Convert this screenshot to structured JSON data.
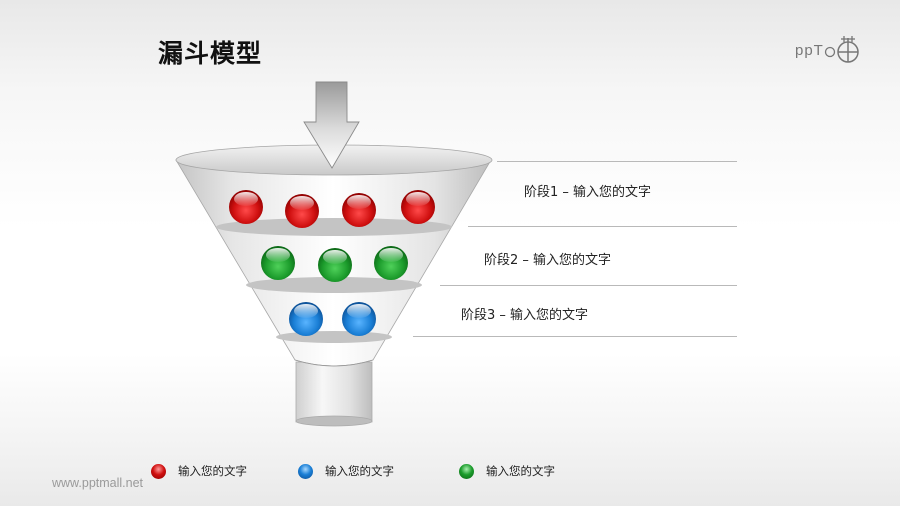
{
  "title": "漏斗模型",
  "logo": {
    "text": "PPT",
    "icon": "ppt-mall-logo-icon"
  },
  "funnel": {
    "arrow_icon": "down-arrow-icon",
    "stages": [
      {
        "label": "阶段1 – 输入您的文字",
        "ball_color": "#cc1111",
        "ball_count": 4
      },
      {
        "label": "阶段2 – 输入您的文字",
        "ball_color": "#1a9a2a",
        "ball_count": 3
      },
      {
        "label": "阶段3 – 输入您的文字",
        "ball_color": "#1a7fd6",
        "ball_count": 2
      }
    ]
  },
  "legend": [
    {
      "color": "#cc1111",
      "text": "输入您的文字"
    },
    {
      "color": "#1a7fd6",
      "text": "输入您的文字"
    },
    {
      "color": "#1a9a2a",
      "text": "输入您的文字"
    }
  ],
  "watermark": "www.pptmall.net",
  "colors": {
    "red": "#cc1111",
    "green": "#1a9a2a",
    "blue": "#1a7fd6",
    "line": "#b9b9b9"
  }
}
